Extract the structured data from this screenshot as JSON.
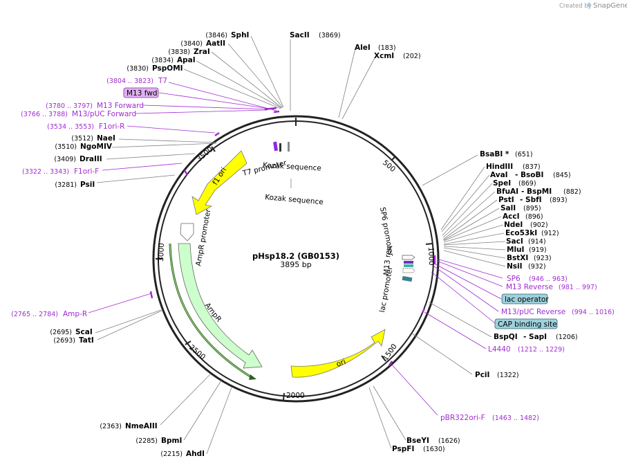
{
  "branding": {
    "created_by": "Created by",
    "product": "SnapGene"
  },
  "plasmid": {
    "name": "pHsp18.2  (GB0153)",
    "length": "3895 bp"
  },
  "ticks": [
    "500",
    "1000",
    "1500",
    "2000",
    "2500",
    "3000",
    "3500"
  ],
  "features": {
    "f1ori": "f1 ori",
    "ampr_promoter": "AmpR promoter",
    "ampr": "AmpR",
    "ori": "ori",
    "t7_promoter": "T7 promoter",
    "kozak1": "Kozak sequence",
    "kozak2": "Kozak sequence",
    "sp6_promoter": "SP6 promoter",
    "m13_rev": "M13 rev",
    "lac_promoter": "lac promoter"
  },
  "sites": {
    "sphI": {
      "name": "SphI",
      "pos": "(3846)"
    },
    "aatII": {
      "name": "AatII",
      "pos": "(3840)"
    },
    "zraI": {
      "name": "ZraI",
      "pos": "(3838)"
    },
    "apaI": {
      "name": "ApaI",
      "pos": "(3834)"
    },
    "pspOMI": {
      "name": "PspOMI",
      "pos": "(3830)"
    },
    "sacII": {
      "name": "SacII",
      "pos": "(3869)"
    },
    "aleI": {
      "name": "AleI",
      "pos": "(183)"
    },
    "xcmI": {
      "name": "XcmI",
      "pos": "(202)"
    },
    "naeI": {
      "name": "NaeI",
      "pos": "(3512)"
    },
    "ngoMIV": {
      "name": "NgoMIV",
      "pos": "(3510)"
    },
    "draIII": {
      "name": "DraIII",
      "pos": "(3409)"
    },
    "psiI": {
      "name": "PsiI",
      "pos": "(3281)"
    },
    "scaI": {
      "name": "ScaI",
      "pos": "(2695)"
    },
    "tatI": {
      "name": "TatI",
      "pos": "(2693)"
    },
    "nmeAIII": {
      "name": "NmeAIII",
      "pos": "(2363)"
    },
    "bpmI": {
      "name": "BpmI",
      "pos": "(2285)"
    },
    "ahdI": {
      "name": "AhdI",
      "pos": "(2215)"
    },
    "bsaBI": {
      "name": "BsaBI *",
      "pos": "(651)"
    },
    "hindIII": {
      "name": "HindIII",
      "pos": "(837)"
    },
    "avaI": {
      "name": "AvaI",
      "pos": ""
    },
    "bsoBI": {
      "name": "- BsoBI",
      "pos": "(845)"
    },
    "speI": {
      "name": "SpeI",
      "pos": "(869)"
    },
    "bfuAI": {
      "name": "BfuAI",
      "pos": ""
    },
    "bspMI": {
      "name": "- BspMI",
      "pos": "(882)"
    },
    "pstI": {
      "name": "PstI",
      "pos": ""
    },
    "sbfI": {
      "name": "- SbfI",
      "pos": "(893)"
    },
    "salI": {
      "name": "SalI",
      "pos": "(895)"
    },
    "accI": {
      "name": "AccI",
      "pos": "(896)"
    },
    "ndeI": {
      "name": "NdeI",
      "pos": "(902)"
    },
    "eco53kI": {
      "name": "Eco53kI",
      "pos": "(912)"
    },
    "sacI": {
      "name": "SacI",
      "pos": "(914)"
    },
    "mluI": {
      "name": "MluI",
      "pos": "(919)"
    },
    "bstXI": {
      "name": "BstXI",
      "pos": "(923)"
    },
    "nsiI": {
      "name": "NsiI",
      "pos": "(932)"
    },
    "bspQI": {
      "name": "BspQI",
      "pos": ""
    },
    "sapI": {
      "name": "- SapI",
      "pos": "(1206)"
    },
    "pciI": {
      "name": "PciI",
      "pos": "(1322)"
    },
    "bseYI": {
      "name": "BseYI",
      "pos": "(1626)"
    },
    "pspFI": {
      "name": "PspFI",
      "pos": "(1630)"
    }
  },
  "primers": {
    "t7": {
      "name": "T7",
      "range": "(3804 .. 3823)"
    },
    "m13fwd": {
      "name": "M13 fwd"
    },
    "m13forward": {
      "name": "M13 Forward",
      "range": "(3780 .. 3797)"
    },
    "m13pucfwd": {
      "name": "M13/pUC Forward",
      "range": "(3766 .. 3788)"
    },
    "f1orir": {
      "name": "F1ori-R",
      "range": "(3534 .. 3553)"
    },
    "f1orif": {
      "name": "F1ori-F",
      "range": "(3322 .. 3343)"
    },
    "ampr": {
      "name": "Amp-R",
      "range": "(2765 .. 2784)"
    },
    "sp6": {
      "name": "SP6",
      "range": "(946 .. 963)"
    },
    "m13reverse": {
      "name": "M13 Reverse",
      "range": "(981 .. 997)"
    },
    "lacop": {
      "name": "lac operator"
    },
    "m13pucrev": {
      "name": "M13/pUC Reverse",
      "range": "(994 .. 1016)"
    },
    "cap": {
      "name": "CAP binding site"
    },
    "l4440": {
      "name": "L4440",
      "range": "(1212 .. 1229)"
    },
    "pbr322": {
      "name": "pBR322ori-F",
      "range": "(1463 .. 1482)"
    }
  },
  "colors": {
    "primer": "#a02bd1",
    "leader": "#808080",
    "ori_fill": "#ffff00",
    "ampr_fill": "#ccffcc",
    "box_lilac": "#e0b0f0",
    "box_teal": "#9fd1dc"
  }
}
